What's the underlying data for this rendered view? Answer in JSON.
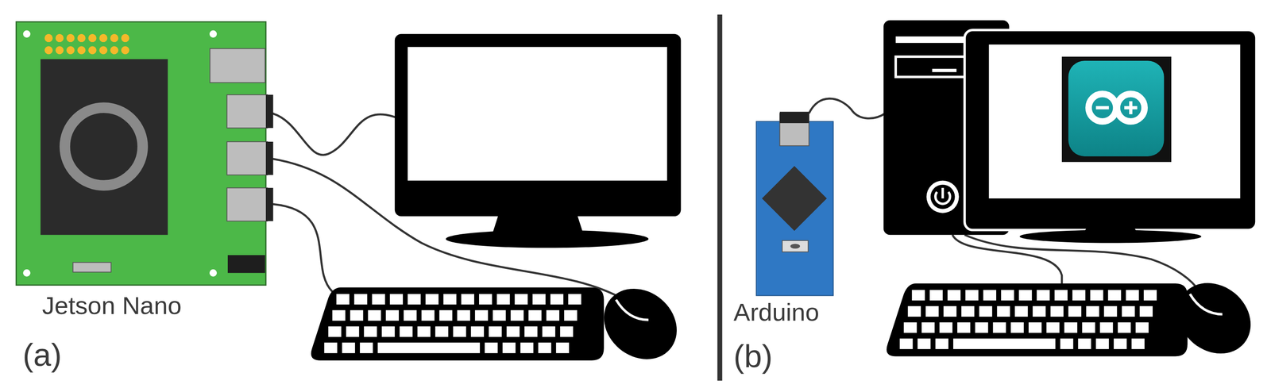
{
  "diagram": {
    "nodes": [
      {
        "text": [
          "Jetson Nano"
        ]
      },
      {
        "text": [
          "Arduino"
        ]
      }
    ],
    "labels": [
      "(a)",
      "(b)"
    ]
  }
}
